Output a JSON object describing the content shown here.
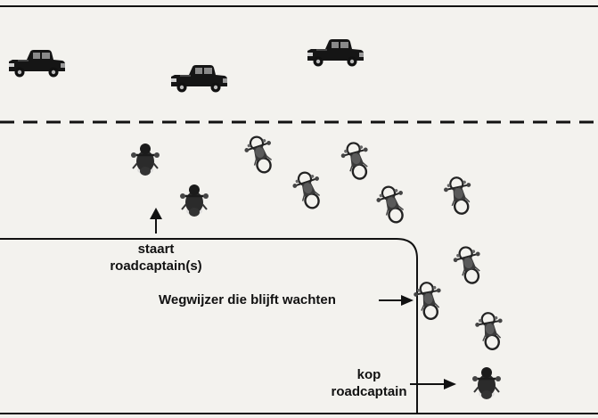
{
  "labels": {
    "tail_line1": "staart",
    "tail_line2": "roadcaptain(s)",
    "marker": "Wegwijzer die blijft wachten",
    "head_line1": "kop",
    "head_line2": "roadcaptain"
  },
  "colors": {
    "background": "#f3f2ee",
    "ink": "#111111"
  },
  "icons": {
    "car": "pickup-truck-icon",
    "motorcycle": "motorcycle-icon",
    "motorcycle_dark": "dark-motorcycle-icon"
  }
}
